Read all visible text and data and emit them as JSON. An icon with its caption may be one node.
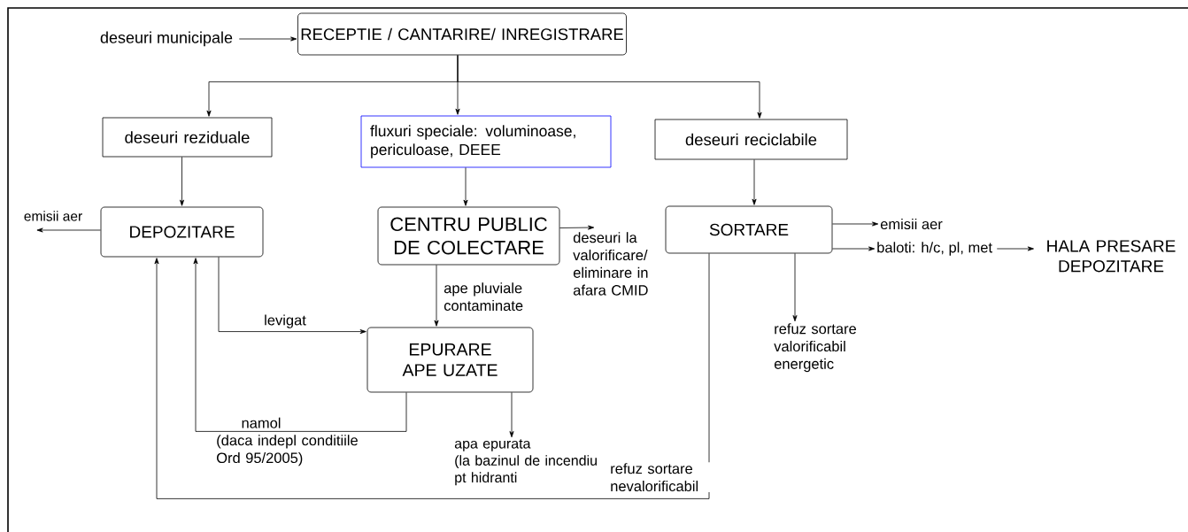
{
  "diagram": {
    "nodes": [
      {
        "text": [
          "deseuri municipale"
        ]
      },
      {
        "text": [
          "RECEPTIE / CANTARIRE/ INREGISTRARE"
        ]
      },
      {
        "text": [
          "deseuri reziduale"
        ]
      },
      {
        "text": [
          "fluxuri speciale: voluminoase, periculoase, DEEE"
        ]
      },
      {
        "text": [
          "deseuri reciclabile"
        ]
      },
      {
        "text": [
          "DEPOZITARE"
        ]
      },
      {
        "text": [
          "CENTRU PUBLIC DE COLECTARE"
        ]
      },
      {
        "text": [
          "SORTARE"
        ]
      },
      {
        "text": [
          "emisii aer"
        ]
      },
      {
        "text": [
          "deseuri la valorificare/ eliminare in afara CMID"
        ]
      },
      {
        "text": [
          "emisii aer"
        ]
      },
      {
        "text": [
          "baloti: h/c, pl, met"
        ]
      },
      {
        "text": [
          "HALA PRESARE DEPOZITARE"
        ]
      },
      {
        "text": [
          "EPURARE APE UZATE"
        ]
      },
      {
        "text": [
          "refuz sortare valorificabil energetic"
        ]
      },
      {
        "text": [
          "apa epurata",
          "(la bazinul de incendiu pt hidranti"
        ]
      }
    ],
    "edges": [
      {
        "from": 0,
        "to": 1,
        "arrow": "to"
      },
      {
        "from": 1,
        "to": 2,
        "arrow": "to"
      },
      {
        "from": 1,
        "to": 3,
        "arrow": "to"
      },
      {
        "from": 1,
        "to": 4,
        "arrow": "to"
      },
      {
        "from": 2,
        "to": 5,
        "arrow": "to"
      },
      {
        "from": 3,
        "to": 6,
        "arrow": "to"
      },
      {
        "from": 4,
        "to": 7,
        "arrow": "to"
      },
      {
        "from": 5,
        "to": 8,
        "arrow": "to"
      },
      {
        "from": 6,
        "to": 9,
        "arrow": "to"
      },
      {
        "from": 7,
        "to": 10,
        "arrow": "to"
      },
      {
        "from": 7,
        "to": 11,
        "arrow": "to"
      },
      {
        "from": 11,
        "to": 12,
        "arrow": "to"
      },
      {
        "from": 6,
        "to": 13,
        "arrow": "to",
        "label": "ape pluviale contaminate"
      },
      {
        "from": 5,
        "to": 13,
        "arrow": "to",
        "label": "levigat"
      },
      {
        "from": 13,
        "to": 5,
        "arrow": "to",
        "label": "namol"
      },
      {
        "from": 13,
        "to": 15,
        "arrow": "to"
      },
      {
        "from": 7,
        "to": 14,
        "arrow": "to"
      },
      {
        "from": 7,
        "to": 5,
        "arrow": "to",
        "label": "refuz sortare nevalorificabil"
      }
    ],
    "labels": [
      "(daca indepl conditiile Ord 95/2005)"
    ]
  }
}
